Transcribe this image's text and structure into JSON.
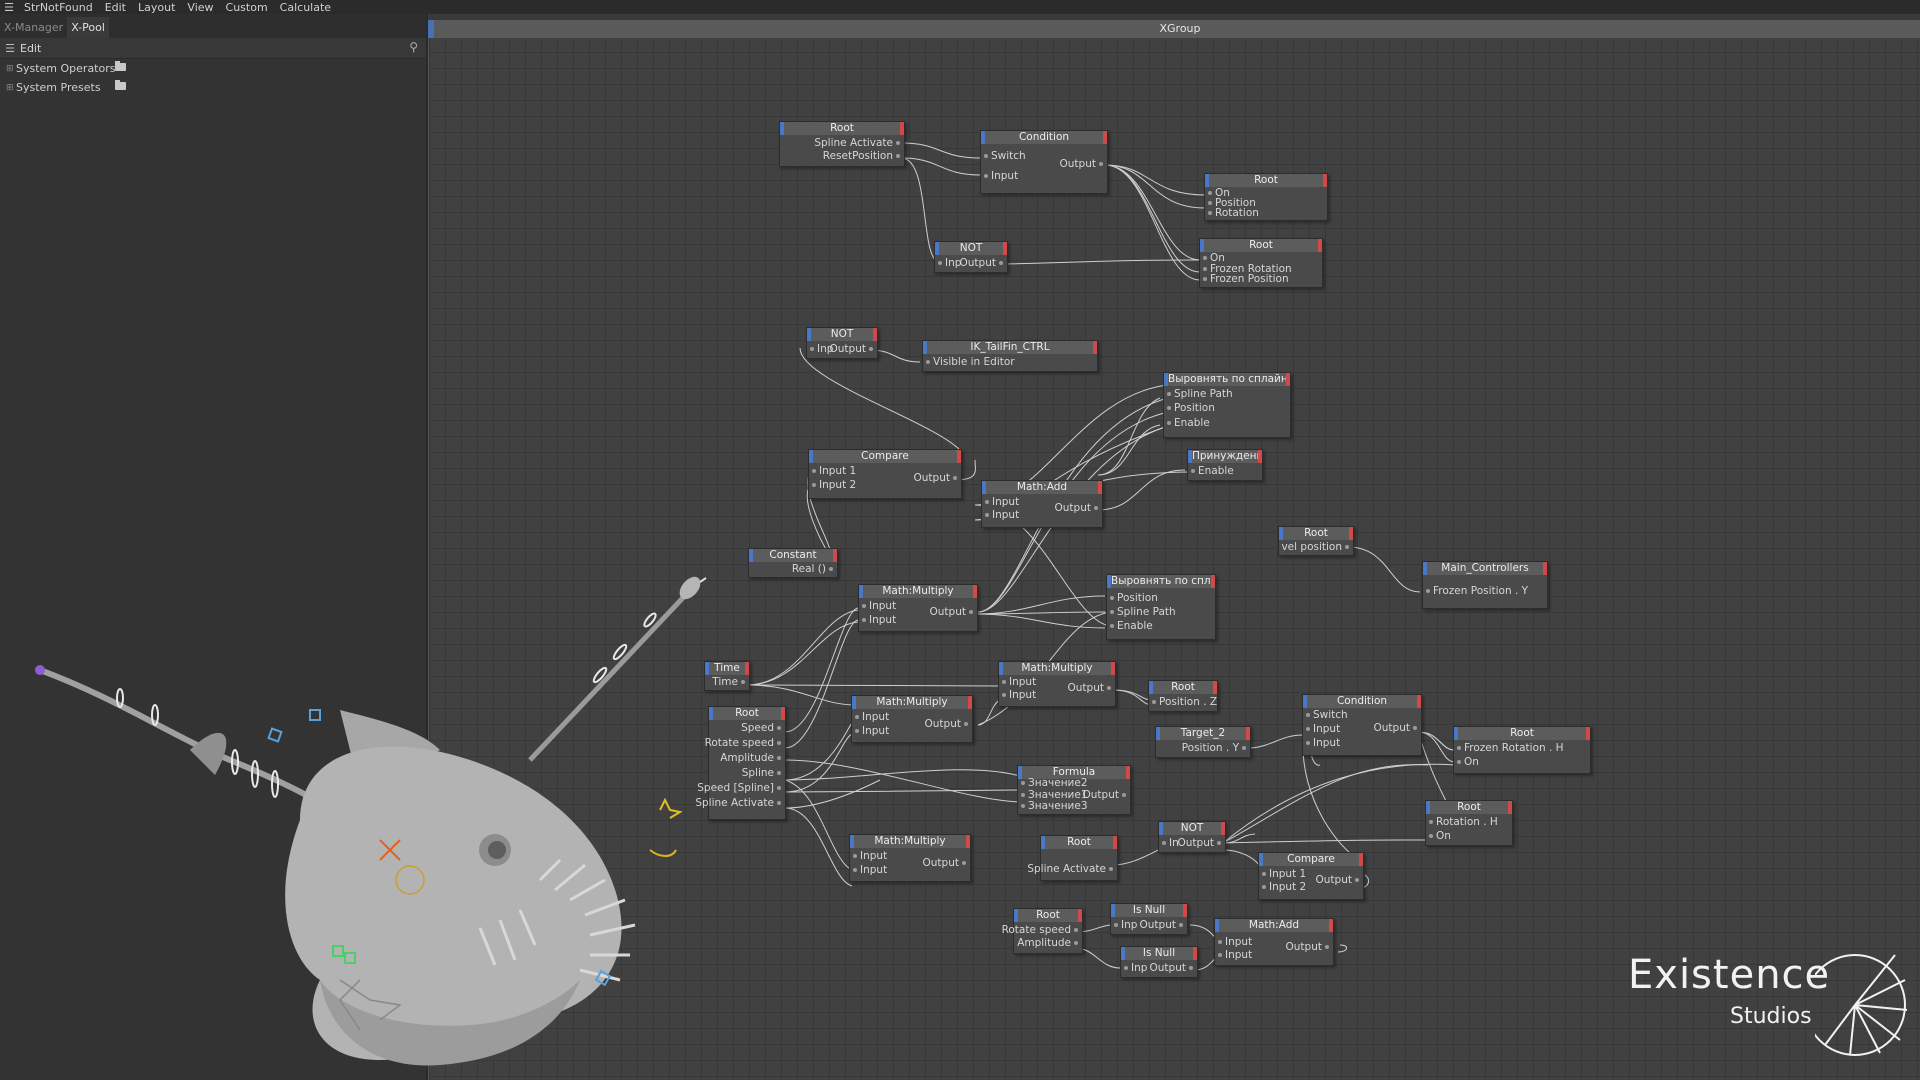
{
  "menubar": {
    "items": [
      "StrNotFound",
      "Edit",
      "Layout",
      "View",
      "Custom",
      "Calculate"
    ]
  },
  "leftpanel": {
    "tabs": [
      "X-Manager",
      "X-Pool"
    ],
    "toolbar_label": "Edit",
    "tree": [
      "System Operators",
      "System Presets"
    ]
  },
  "editor": {
    "title": "XGroup"
  },
  "nodes": {
    "root1": {
      "title": "Root",
      "p1": "Spline Activate",
      "p2": "ResetPosition"
    },
    "cond1": {
      "title": "Condition",
      "p1": "Switch",
      "p2": "Input",
      "out": "Output"
    },
    "root2": {
      "title": "Root",
      "p1": "On",
      "p2": "Position",
      "p3": "Rotation"
    },
    "not1": {
      "title": "NOT",
      "in": "Inp",
      "out": "Output"
    },
    "root3": {
      "title": "Root",
      "p1": "On",
      "p2": "Frozen Rotation",
      "p3": "Frozen Position"
    },
    "not2": {
      "title": "NOT",
      "in": "Inp",
      "out": "Output"
    },
    "iktail": {
      "title": "IK_TailFin_CTRL",
      "p1": "Visible in Editor"
    },
    "align1": {
      "title": "Выровнять по сплайну",
      "p1": "Spline Path",
      "p2": "Position",
      "p3": "Enable"
    },
    "force": {
      "title": "Принуждение",
      "p1": "Enable"
    },
    "compare1": {
      "title": "Compare",
      "p1": "Input 1",
      "p2": "Input 2",
      "out": "Output"
    },
    "mathadd1": {
      "title": "Math:Add",
      "p1": "Input",
      "p2": "Input",
      "out": "Output"
    },
    "constant": {
      "title": "Constant",
      "out": "Real ()"
    },
    "rootlevel": {
      "title": "Root",
      "out": "vel position"
    },
    "mainctrl": {
      "title": "Main_Controllers",
      "p1": "Frozen Position . Y"
    },
    "mult1": {
      "title": "Math:Multiply",
      "p1": "Input",
      "p2": "Input",
      "out": "Output"
    },
    "align2": {
      "title": "Выровнять по сплайну",
      "p1": "Position",
      "p2": "Spline Path",
      "p3": "Enable"
    },
    "time": {
      "title": "Time",
      "out": "Time"
    },
    "mult3": {
      "title": "Math:Multiply",
      "p1": "Input",
      "p2": "Input",
      "out": "Output"
    },
    "rootpos": {
      "title": "Root",
      "p1": "Position . Z"
    },
    "rootmain": {
      "title": "Root",
      "p1": "Speed",
      "p2": "Rotate speed",
      "p3": "Amplitude",
      "p4": "Spline",
      "p5": "Speed [Spline]",
      "p6": "Spline Activate"
    },
    "mult2": {
      "title": "Math:Multiply",
      "p1": "Input",
      "p2": "Input",
      "out": "Output"
    },
    "target2": {
      "title": "Target_2",
      "out": "Position . Y"
    },
    "cond2": {
      "title": "Condition",
      "p1": "Switch",
      "p2": "Input",
      "p3": "Input",
      "out": "Output"
    },
    "rootfr": {
      "title": "Root",
      "p1": "Frozen Rotation . H",
      "p2": "On"
    },
    "formula": {
      "title": "Formula",
      "p1": "Значение2",
      "p2": "Значение1",
      "p3": "Значение3",
      "out": "Output"
    },
    "rootrot": {
      "title": "Root",
      "p1": "Rotation . H",
      "p2": "On"
    },
    "not3": {
      "title": "NOT",
      "in": "In",
      "out": "Output"
    },
    "rootsa": {
      "title": "Root",
      "out": "Spline Activate"
    },
    "mult4": {
      "title": "Math:Multiply",
      "p1": "Input",
      "p2": "Input",
      "out": "Output"
    },
    "compare2": {
      "title": "Compare",
      "p1": "Input 1",
      "p2": "Input 2",
      "out": "Output"
    },
    "isnull1": {
      "title": "Is Null",
      "in": "Inp",
      "out": "Output"
    },
    "rootrs": {
      "title": "Root",
      "p1": "Rotate speed",
      "p2": "Amplitude"
    },
    "mathadd2": {
      "title": "Math:Add",
      "p1": "Input",
      "p2": "Input",
      "out": "Output"
    },
    "isnull2": {
      "title": "Is Null",
      "in": "Inp",
      "out": "Output"
    }
  },
  "watermark": {
    "title": "Existence",
    "subtitle": "Studios"
  },
  "colors": {
    "accent_in": "#4a78c8",
    "accent_out": "#d04a4a",
    "background": "#414141",
    "panel": "#333333"
  }
}
